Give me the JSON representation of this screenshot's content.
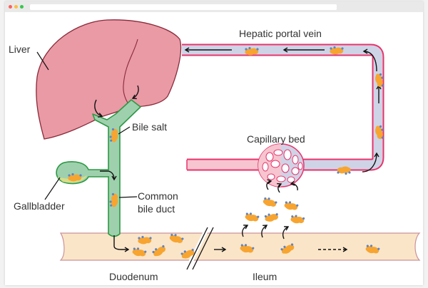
{
  "window": {
    "controls": [
      {
        "name": "close",
        "color": "#fc605c"
      },
      {
        "name": "minimize",
        "color": "#fdbc40"
      },
      {
        "name": "maximize",
        "color": "#34c84a"
      }
    ]
  },
  "labels": {
    "liver": "Liver",
    "hepatic_portal_vein": "Hepatic portal vein",
    "bile_salt": "Bile salt",
    "capillary_bed": "Capillary bed",
    "gallbladder": "Gallbladder",
    "common_bile_duct_line1": "Common",
    "common_bile_duct_line2": "bile duct",
    "duodenum": "Duodenum",
    "ileum": "Ileum"
  },
  "colors": {
    "liver": "#e99aa5",
    "liver_stroke": "#8a2a3a",
    "duct": "#9fd0ad",
    "duct_stroke": "#2a9a44",
    "vein": "#cfd3e6",
    "vein_stroke": "#e8336b",
    "intestine": "#fbe5c8",
    "intestine_stroke": "#c9929a",
    "bile_salt": "#f7a530",
    "bile_dot": "#5b84c8",
    "gallbladder_fluid": "#d8dc88"
  }
}
